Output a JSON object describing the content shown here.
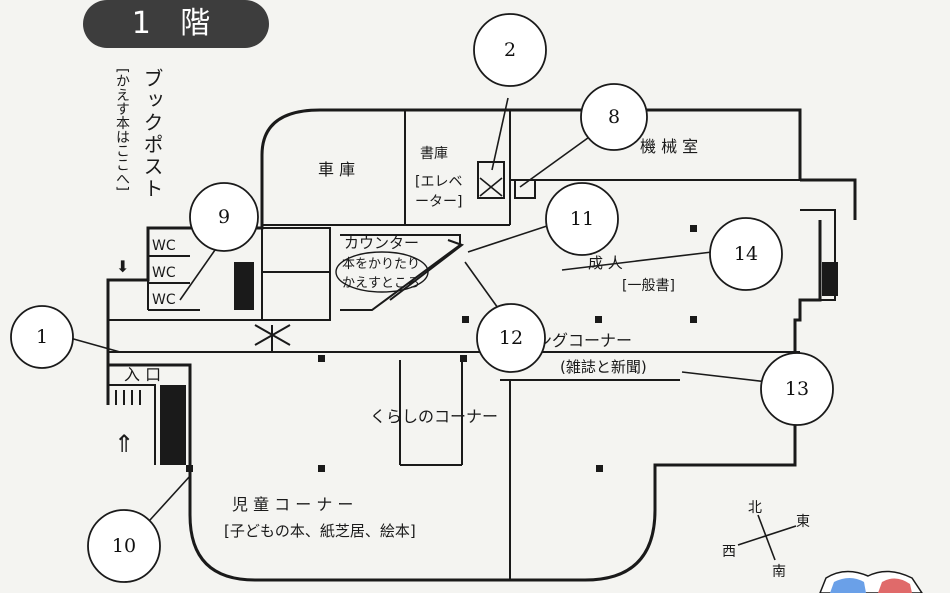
{
  "floor_title": "1 階",
  "labels": {
    "book_post": "ブックポスト",
    "book_post_note": "[かえす本はここへ]",
    "garage": "車 庫",
    "storage": "書庫",
    "storage_note_1": "[エレベ",
    "storage_note_2": "ーター]",
    "machine_room": "機 械 室",
    "counter": "カウンター",
    "counter_note_1": "本をかりたり",
    "counter_note_2": "かえすところ",
    "wc": "WC",
    "adult_corner_part": "成 人",
    "general_books": "[一般書]",
    "reading_corner_part": "ングコーナー",
    "magazines": "(雑誌と新聞)",
    "living_corner": "くらしのコーナー",
    "children_corner": "児 童 コ ー ナ ー",
    "children_note": "[子どもの本、紙芝居、絵本]",
    "entrance": "入 口",
    "north": "北",
    "east": "東",
    "south": "南",
    "west": "西"
  },
  "callouts": [
    "1",
    "2",
    "8",
    "9",
    "10",
    "11",
    "12",
    "13",
    "14"
  ]
}
